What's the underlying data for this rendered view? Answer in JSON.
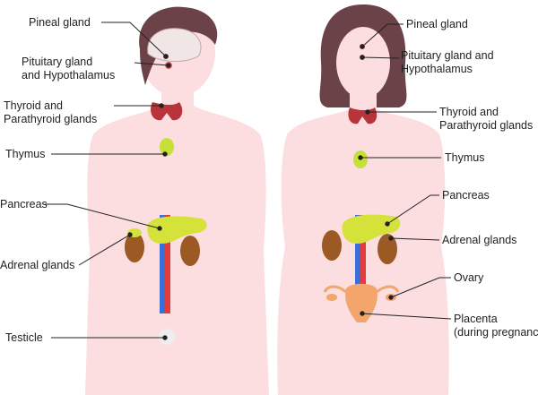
{
  "male": {
    "pineal": "Pineal gland",
    "pituitary_1": "Pituitary gland",
    "pituitary_2": "and Hypothalamus",
    "thyroid_1": "Thyroid and",
    "thyroid_2": "Parathyroid glands",
    "thymus": "Thymus",
    "pancreas": "Pancreas",
    "adrenal": "Adrenal glands",
    "testicle": "Testicle"
  },
  "female": {
    "pineal": "Pineal gland",
    "pituitary_1": "Pituitary gland and",
    "pituitary_2": "Hypothalamus",
    "thyroid_1": "Thyroid and",
    "thyroid_2": "Parathyroid glands",
    "thymus": "Thymus",
    "pancreas": "Pancreas",
    "adrenal": "Adrenal glands",
    "ovary": "Ovary",
    "placenta_1": "Placenta",
    "placenta_2": "(during pregnancy)"
  },
  "colors": {
    "skin": "#fcdde0",
    "hair": "#6a4247",
    "thyroid": "#b8343a",
    "thymus": "#c6e03a",
    "pancreas": "#d5e23a",
    "kidney": "#9b5a24",
    "artery": "#e23b3b",
    "vein": "#3b6fd6",
    "uterus": "#f2a66b"
  }
}
